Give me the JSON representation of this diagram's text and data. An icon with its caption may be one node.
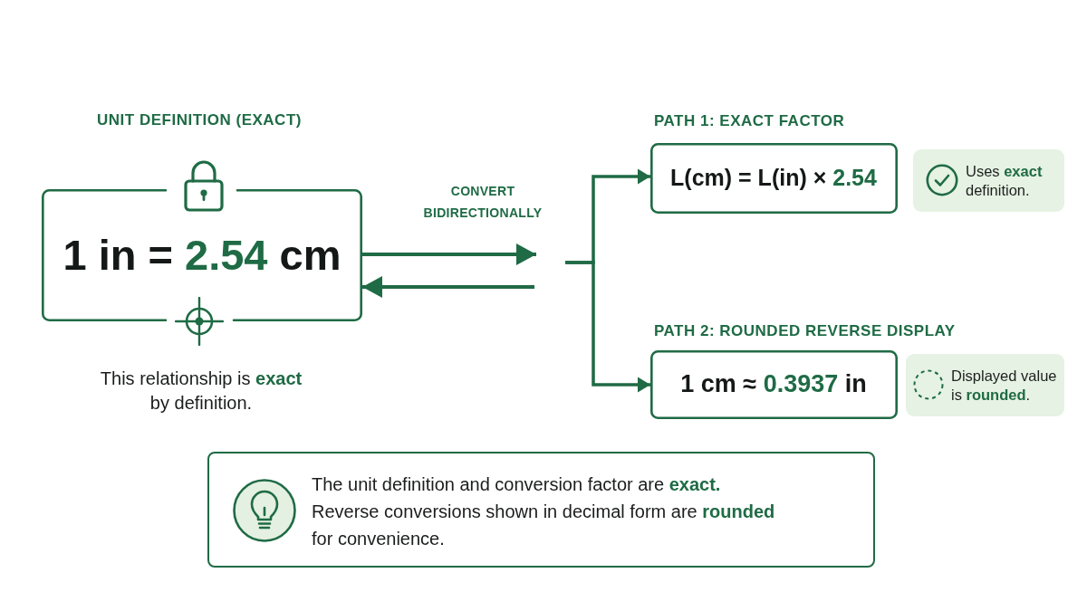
{
  "diagram": {
    "nodes": [
      {
        "text": [
          "UNIT DEFINITION (EXACT)",
          "1 in = **2.54** cm"
        ],
        "beside": [
          "This relationship is **exact** by definition."
        ]
      },
      {
        "text": [
          "PATH 1: EXACT FACTOR",
          "L(cm) = L(in) × **2.54**"
        ]
      },
      {
        "text": [
          "Uses **exact** definition."
        ]
      },
      {
        "text": [
          "PATH 2: ROUNDED REVERSE DISPLAY",
          "1 cm ≈ **0.3937** in"
        ]
      },
      {
        "text": [
          "Displayed value is **rounded**."
        ]
      },
      {
        "text": [
          "The unit definition and conversion factor are **exact.** Reverse conversions shown in decimal form are **rounded** for convenience."
        ]
      }
    ],
    "edges": [
      {
        "from": 0,
        "to": null,
        "arrow": "to"
      },
      {
        "from": null,
        "to": 0,
        "arrow": "to"
      },
      {
        "from": null,
        "to": 1,
        "arrow": "to"
      },
      {
        "from": null,
        "to": 3,
        "arrow": "to"
      }
    ],
    "labels": [
      "CONVERT BIDIRECTIONALLY"
    ]
  }
}
